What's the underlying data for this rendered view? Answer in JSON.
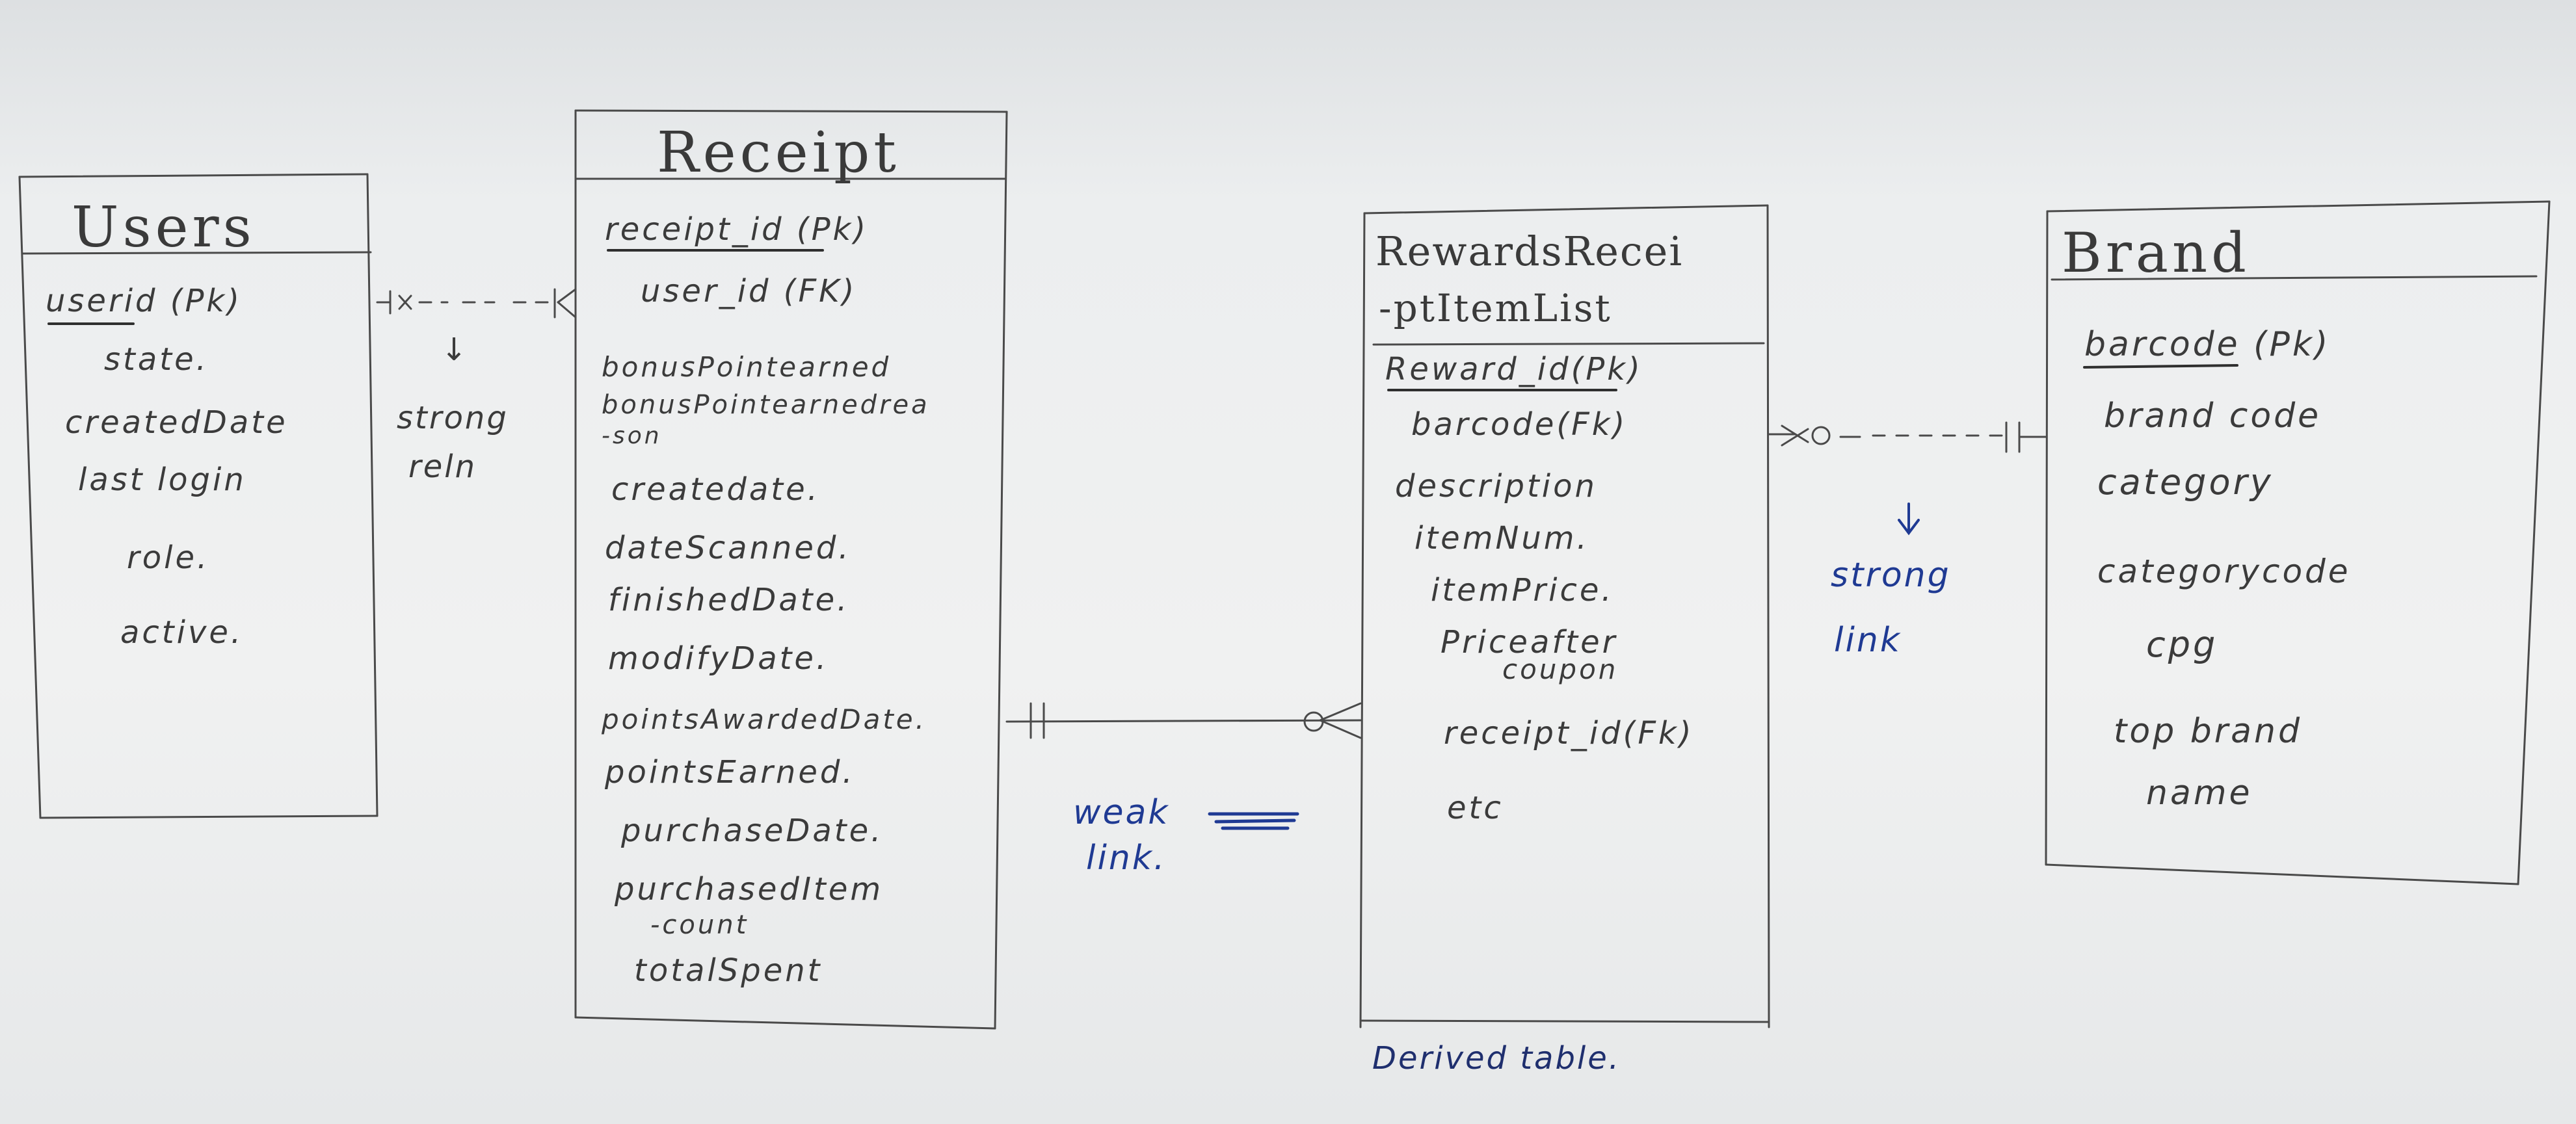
{
  "entities": {
    "users": {
      "title": "Users",
      "attributes": [
        "userid (Pk)",
        "state.",
        "createdDate",
        "last login",
        "role.",
        "active."
      ]
    },
    "receipt": {
      "title": "Receipt",
      "attributes": [
        "receipt_id (Pk)",
        "user_id (FK)",
        "bonusPointearned",
        "bonusPointearnedrea",
        "-son",
        "createdate.",
        "dateScanned.",
        "finishedDate.",
        "modifyDate.",
        "pointsAwardedDate.",
        "pointsEarned.",
        "purchaseDate.",
        "purchasedItem",
        "-count",
        "totalSpent"
      ]
    },
    "rewards": {
      "title_line1": "RewardsRecei",
      "title_line2": "-ptItemList",
      "attributes": [
        "Reward_id(Pk)",
        "barcode(Fk)",
        "description",
        "itemNum.",
        "itemPrice.",
        "Priceafter",
        "coupon",
        "receipt_id(Fk)",
        "etc"
      ],
      "footnote": "Derived table."
    },
    "brand": {
      "title": "Brand",
      "attributes": [
        "barcode (Pk)",
        "brand code",
        "category",
        "categorycode",
        "cpg",
        "top brand",
        "name"
      ]
    }
  },
  "relationships": {
    "users_receipt": {
      "arrow": "↓",
      "label_line1": "strong",
      "label_line2": "reln"
    },
    "receipt_rewards": {
      "label_line1": "weak",
      "label_line2": "link."
    },
    "rewards_brand": {
      "arrow": "↓",
      "label_line1": "strong",
      "label_line2": "link"
    }
  },
  "colors": {
    "pencil": "#3b3b3b",
    "pen": "#1f3a93",
    "paper": "#eceeef"
  }
}
